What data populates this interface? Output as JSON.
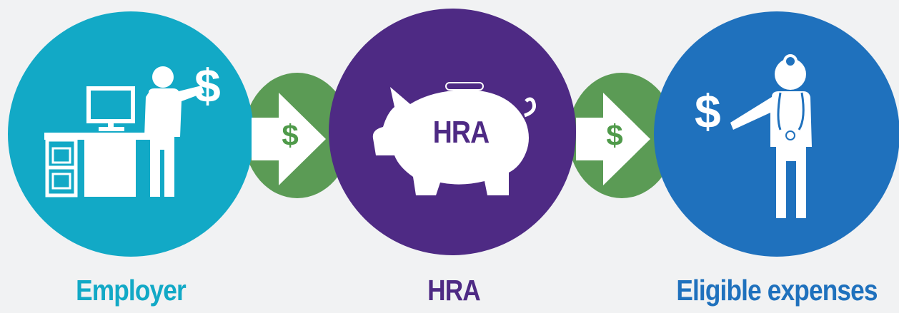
{
  "diagram": {
    "nodes": [
      {
        "id": "employer",
        "label": "Employer",
        "color": "#12a9c6",
        "icon": "employer-at-desk-icon"
      },
      {
        "id": "hra",
        "label": "HRA",
        "color": "#4e2a84",
        "icon": "piggy-bank-icon",
        "inner_text": "HRA"
      },
      {
        "id": "eligible",
        "label": "Eligible expenses",
        "color": "#1f71bd",
        "icon": "doctor-icon"
      }
    ],
    "connectors": [
      {
        "from": "employer",
        "to": "hra",
        "symbol": "$",
        "color": "#5b9b55",
        "icon": "arrow-right-icon"
      },
      {
        "from": "hra",
        "to": "eligible",
        "symbol": "$",
        "color": "#5b9b55",
        "icon": "arrow-right-icon"
      }
    ],
    "employer_money_symbol": "$",
    "doctor_money_symbol": "$"
  }
}
